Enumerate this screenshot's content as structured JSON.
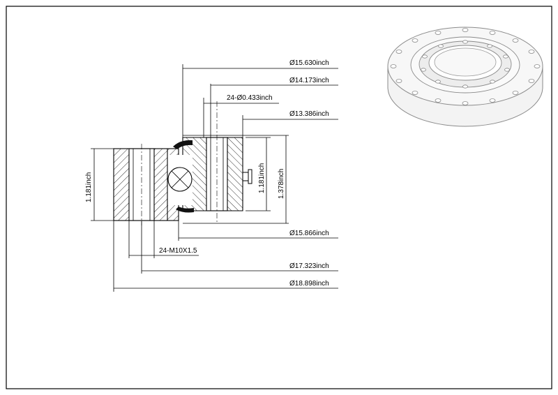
{
  "dimensions": {
    "d_outer": "Ø15.630inch",
    "d_bolt_circle": "Ø14.173inch",
    "holes": "24-Ø0.433inch",
    "d_inner": "Ø13.386inch",
    "d_pitch": "Ø15.866inch",
    "thread": "24-M10X1.5",
    "d_ring_bolt": "Ø17.323inch",
    "d_ring_outer": "Ø18.898inch",
    "h_left": "1.181inch",
    "h_right": "1.181inch",
    "h_total": "1.378inch"
  },
  "colors": {
    "line": "#000000",
    "section_fill": "#ffffff",
    "ring_fill": "#f3f3f3",
    "ring_edge": "#8a8a8a"
  }
}
